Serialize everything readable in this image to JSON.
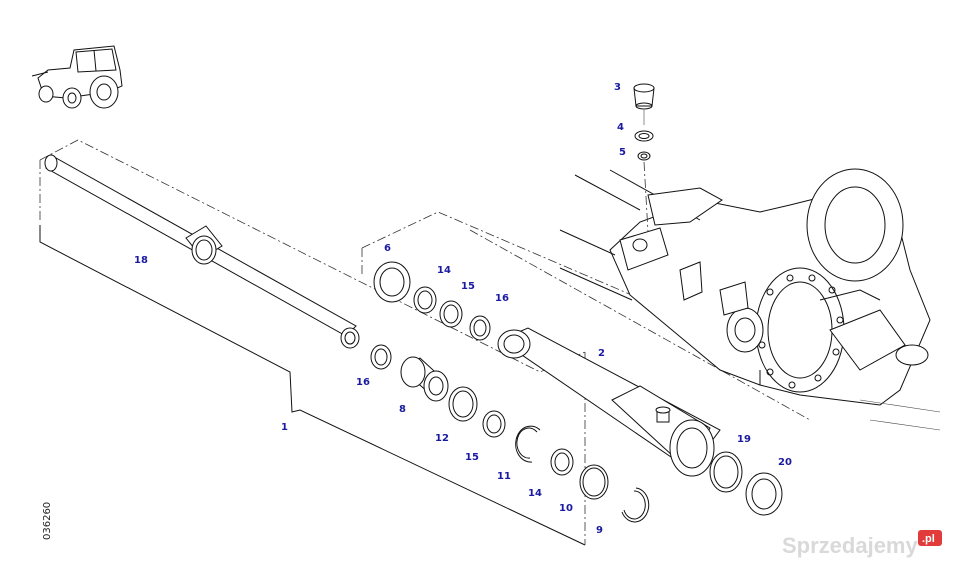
{
  "diagram": {
    "callouts": [
      {
        "id": "c1",
        "label": "1"
      },
      {
        "id": "c2",
        "label": "2"
      },
      {
        "id": "c3",
        "label": "3"
      },
      {
        "id": "c4",
        "label": "4"
      },
      {
        "id": "c5",
        "label": "5"
      },
      {
        "id": "c6",
        "label": "6"
      },
      {
        "id": "c8",
        "label": "8"
      },
      {
        "id": "c9",
        "label": "9"
      },
      {
        "id": "c10",
        "label": "10"
      },
      {
        "id": "c11",
        "label": "11"
      },
      {
        "id": "c12",
        "label": "12"
      },
      {
        "id": "c14a",
        "label": "14"
      },
      {
        "id": "c14b",
        "label": "14"
      },
      {
        "id": "c15a",
        "label": "15"
      },
      {
        "id": "c15b",
        "label": "15"
      },
      {
        "id": "c16a",
        "label": "16"
      },
      {
        "id": "c16b",
        "label": "16"
      },
      {
        "id": "c18",
        "label": "18"
      },
      {
        "id": "c19",
        "label": "19"
      },
      {
        "id": "c20",
        "label": "20"
      }
    ],
    "document_number": "036260"
  },
  "watermark": {
    "brand": "Sprzedajemy",
    "badge": ".pl"
  }
}
